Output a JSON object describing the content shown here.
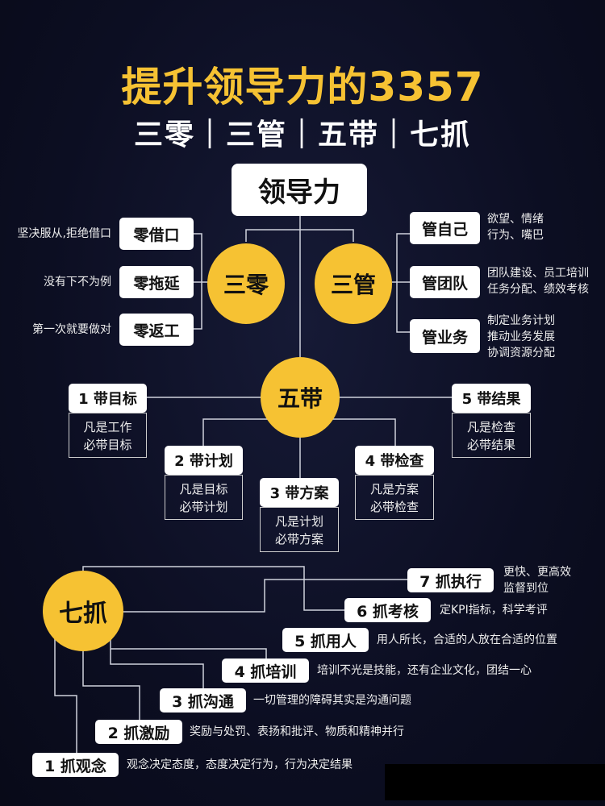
{
  "title": "提升领导力的3357",
  "subtitle": "三零｜三管｜五带｜七抓",
  "root": "领导力",
  "san_ling": {
    "label": "三零",
    "items": [
      {
        "label": "零借口",
        "note": "坚决服从,拒绝借口"
      },
      {
        "label": "零拖延",
        "note": "没有下不为例"
      },
      {
        "label": "零返工",
        "note": "第一次就要做对"
      }
    ]
  },
  "san_guan": {
    "label": "三管",
    "items": [
      {
        "label": "管自己",
        "note": [
          "欲望、情绪",
          "行为、嘴巴"
        ]
      },
      {
        "label": "管团队",
        "note": [
          "团队建设、员工培训",
          "任务分配、绩效考核"
        ]
      },
      {
        "label": "管业务",
        "note": [
          "制定业务计划",
          "推动业务发展",
          "协调资源分配"
        ]
      }
    ]
  },
  "wu_dai": {
    "label": "五带",
    "items": [
      {
        "label": "1 带目标",
        "body": [
          "凡是工作",
          "必带目标"
        ]
      },
      {
        "label": "2 带计划",
        "body": [
          "凡是目标",
          "必带计划"
        ]
      },
      {
        "label": "3 带方案",
        "body": [
          "凡是计划",
          "必带方案"
        ]
      },
      {
        "label": "4 带检查",
        "body": [
          "凡是方案",
          "必带检查"
        ]
      },
      {
        "label": "5 带结果",
        "body": [
          "凡是检查",
          "必带结果"
        ]
      }
    ]
  },
  "qi_zhua": {
    "label": "七抓",
    "items": [
      {
        "label": "1 抓观念",
        "note": "观念决定态度，态度决定行为，行为决定结果"
      },
      {
        "label": "2 抓激励",
        "note": "奖励与处罚、表扬和批评、物质和精神并行"
      },
      {
        "label": "3 抓沟通",
        "note": "一切管理的障碍其实是沟通问题"
      },
      {
        "label": "4 抓培训",
        "note": "培训不光是技能，还有企业文化，团结一心"
      },
      {
        "label": "5 抓用人",
        "note": "用人所长，合适的人放在合适的位置"
      },
      {
        "label": "6 抓考核",
        "note": "定KPI指标，科学考评"
      },
      {
        "label": "7 抓执行",
        "note": [
          "更快、更高效",
          "监督到位"
        ]
      }
    ]
  },
  "colors": {
    "accent": "#f6c233",
    "background": "#0c0e22"
  }
}
